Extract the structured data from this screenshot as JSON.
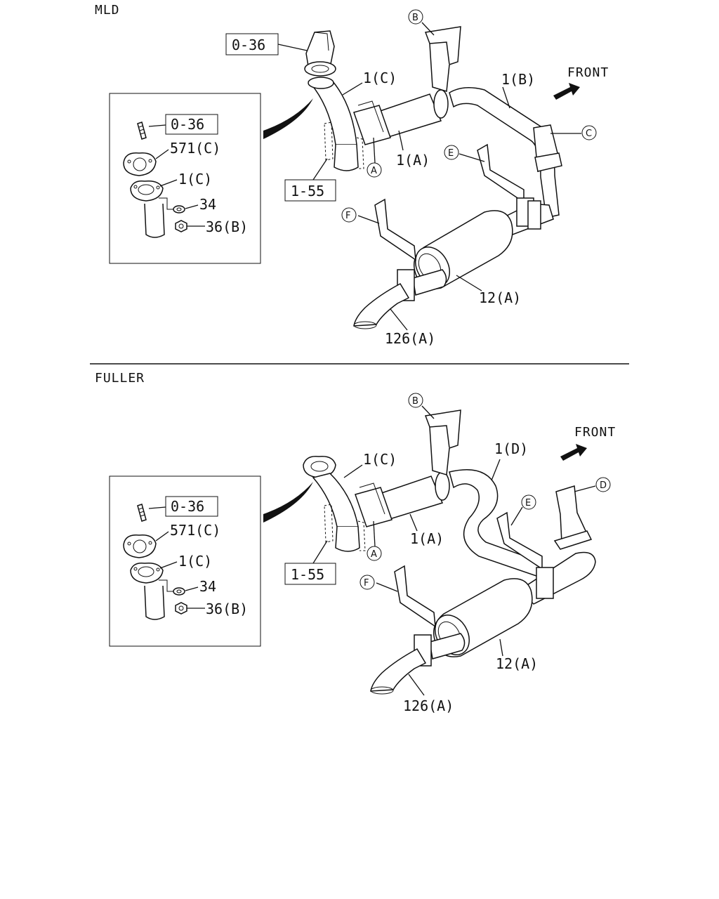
{
  "sections": [
    {
      "title": "MLD",
      "front": "FRONT",
      "main_labels": {
        "ref_0_36": "0-36",
        "ref_1_55": "1-55",
        "pipe_1c": "1(C)",
        "pipe_1b": "1(B)",
        "pipe_1a": "1(A)",
        "muffler_12a": "12(A)",
        "tail_126a": "126(A)"
      },
      "callouts": {
        "a": "A",
        "b": "B",
        "c": "C",
        "e": "E",
        "f": "F"
      },
      "inset": {
        "ref": "0-36",
        "gasket": "571(C)",
        "pipe": "1(C)",
        "washer": "34",
        "nut": "36(B)"
      }
    },
    {
      "title": "FULLER",
      "front": "FRONT",
      "main_labels": {
        "ref_1_55": "1-55",
        "pipe_1c": "1(C)",
        "pipe_1d": "1(D)",
        "pipe_1a": "1(A)",
        "muffler_12a": "12(A)",
        "tail_126a": "126(A)"
      },
      "callouts": {
        "a": "A",
        "b": "B",
        "d": "D",
        "e": "E",
        "f": "F"
      },
      "inset": {
        "ref": "0-36",
        "gasket": "571(C)",
        "pipe": "1(C)",
        "washer": "34",
        "nut": "36(B)"
      }
    }
  ]
}
